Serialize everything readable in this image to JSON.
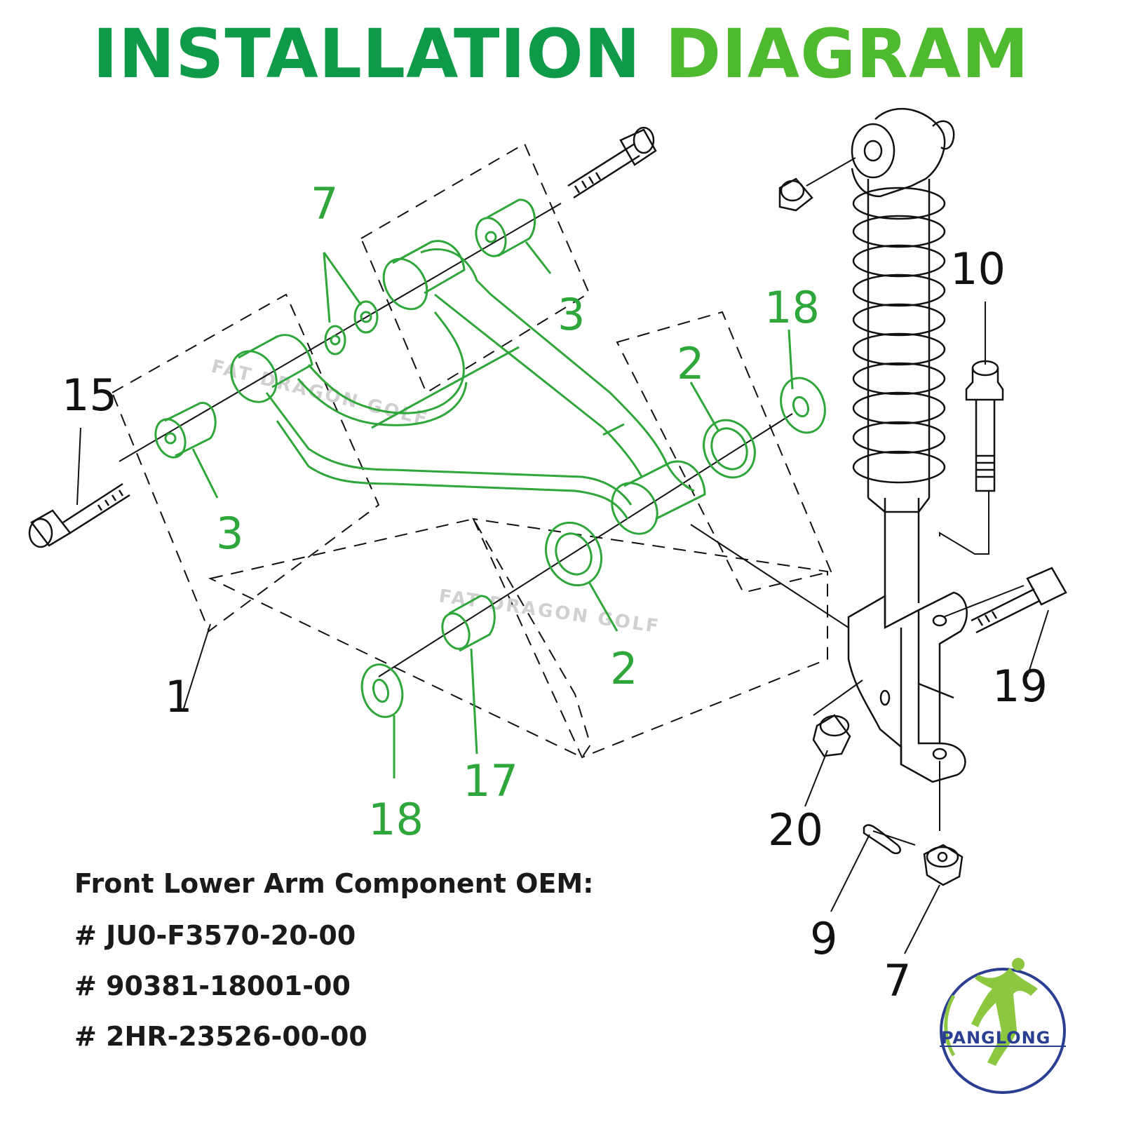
{
  "title": {
    "part1": "INSTALLATION",
    "part2": "DIAGRAM"
  },
  "callouts": {
    "c1": "1",
    "c2a": "2",
    "c2b": "2",
    "c3a": "3",
    "c3b": "3",
    "c7a": "7",
    "c7b": "7",
    "c9": "9",
    "c10": "10",
    "c15": "15",
    "c17": "17",
    "c18a": "18",
    "c18b": "18",
    "c19": "19",
    "c20": "20"
  },
  "watermark": {
    "text1": "FAT DRAGON GOLF",
    "text2": "FAT DRAGON GOLF"
  },
  "oem": {
    "heading": "Front Lower Arm Component OEM:",
    "parts": [
      "# JU0-F3570-20-00",
      "# 90381-18001-00",
      "# 2HR-23526-00-00"
    ]
  },
  "logo": {
    "text": "PANGLONG"
  },
  "colors": {
    "title_dark": "#0e9a48",
    "title_light": "#4fb92f",
    "part_green": "#2ea63a",
    "line": "#111111",
    "logo_blue": "#2a3f92",
    "logo_green": "#8dc63f"
  }
}
